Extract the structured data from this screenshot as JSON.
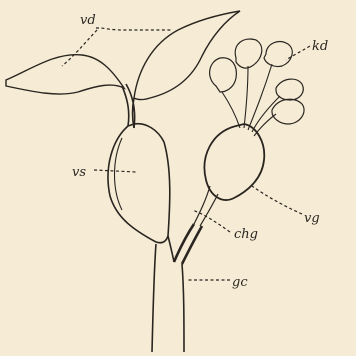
{
  "figure": {
    "background": "#f6ecd6",
    "ink": "#2a2520",
    "labels": {
      "vd": "vd",
      "kd": "kd",
      "vs": "vs",
      "vg": "vg",
      "chg": "chg",
      "gc": "gc"
    }
  }
}
